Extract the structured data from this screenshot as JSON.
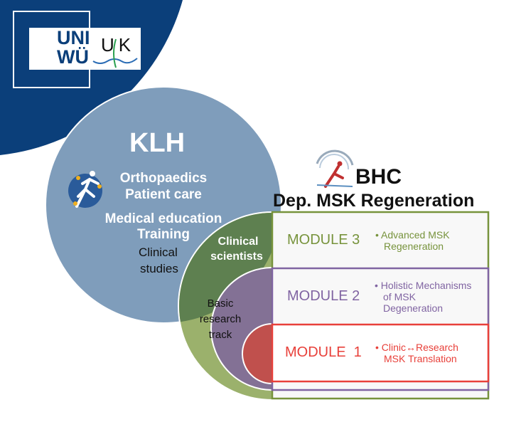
{
  "logo": {
    "uni_line1": "UNI",
    "uni_line2": "WÜ",
    "ukw": "UK"
  },
  "klh": {
    "title": "KLH",
    "line1": "Orthopaedics",
    "line2": "Patient care",
    "line3": "Medical education",
    "line4": "Training",
    "clinical_studies_1": "Clinical",
    "clinical_studies_2": "studies"
  },
  "overlap": {
    "clinical_1": "Clinical",
    "clinical_2": "scientists",
    "basic_1": "Basic",
    "basic_2": "research",
    "basic_3": "track"
  },
  "bhc": {
    "title": "BHC",
    "subtitle": "Dep. MSK Regeneration"
  },
  "modules": [
    {
      "label": "MODULE 3",
      "desc_1": "Advanced MSK",
      "desc_2": "Regeneration",
      "color": "#77933c"
    },
    {
      "label": "MODULE 2",
      "desc_1": "Holistic Mechanisms",
      "desc_2": "of MSK",
      "desc_3": "Degeneration",
      "color": "#8064a2"
    },
    {
      "label": "MODULE  1",
      "desc_1": "Clinic↔Research",
      "desc_2": "MSK Translation",
      "color": "#e8403a"
    }
  ]
}
